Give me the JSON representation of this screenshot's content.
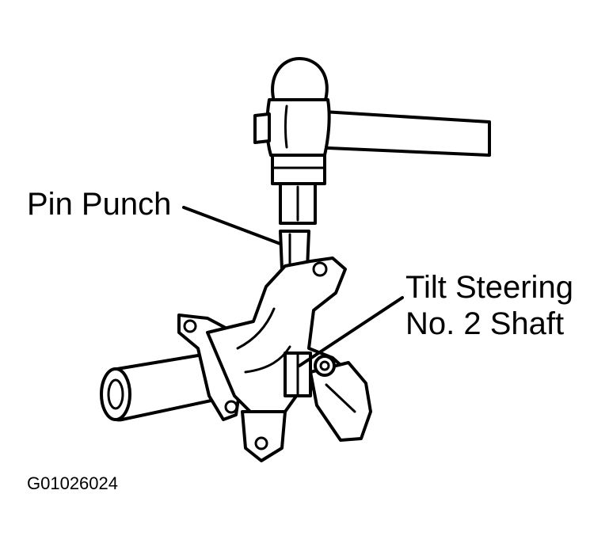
{
  "labels": {
    "pin_punch": "Pin Punch",
    "tilt_steering_line1": "Tilt Steering",
    "tilt_steering_line2": "No. 2 Shaft"
  },
  "figure_id": "G01026024",
  "colors": {
    "ink": "#000000",
    "paper": "#ffffff"
  }
}
